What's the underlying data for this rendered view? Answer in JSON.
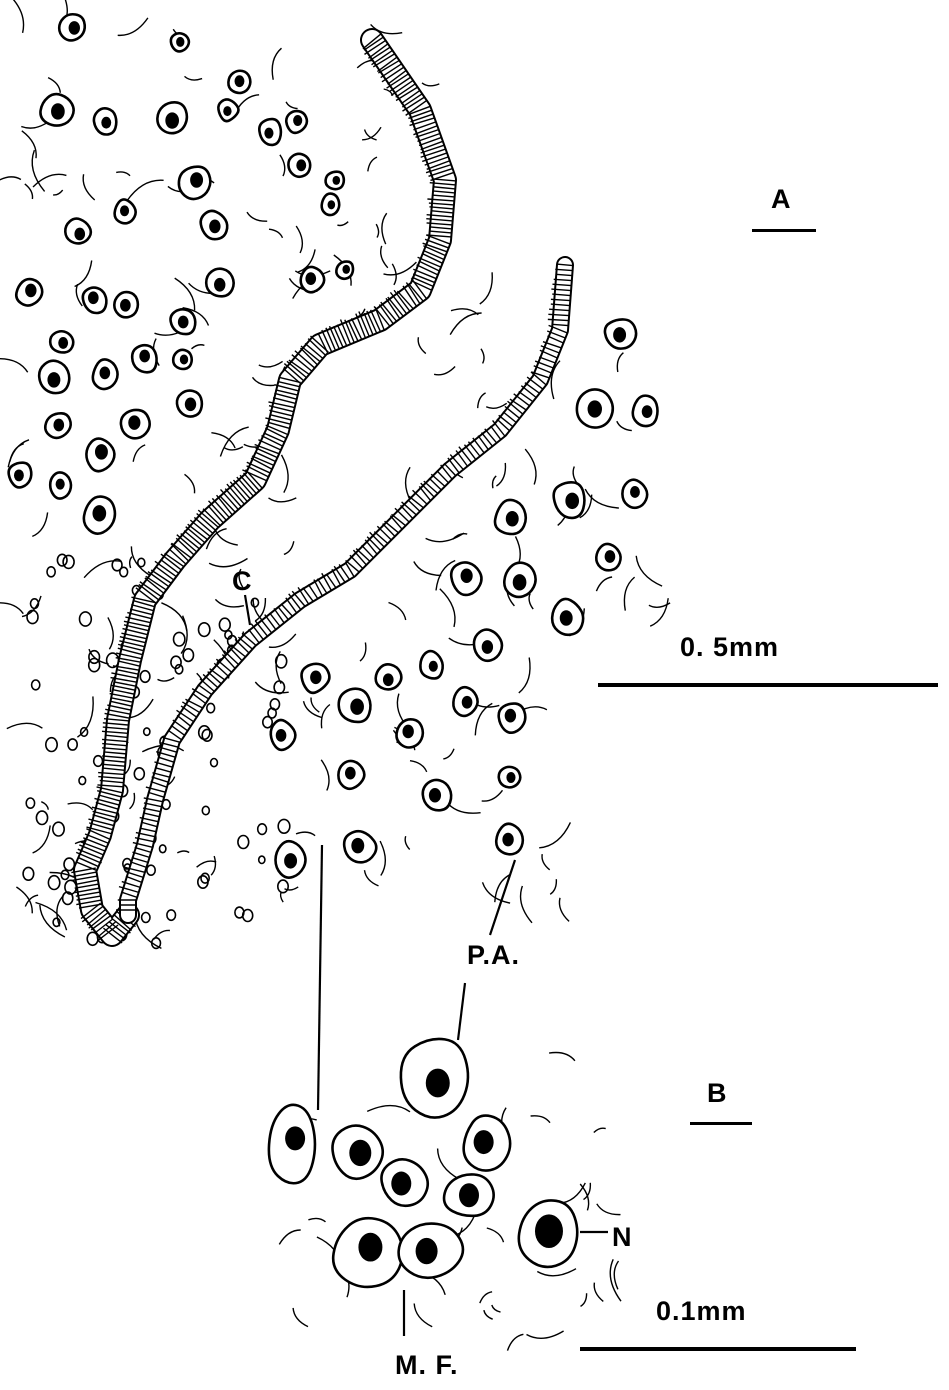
{
  "labels": {
    "panel_a": "A",
    "panel_b": "B",
    "scale_a": "0. 5mm",
    "scale_b": "0.1mm",
    "c": "C",
    "pa": "P.A.",
    "n": "N",
    "mf": "M. F."
  },
  "colors": {
    "ink": "#000000",
    "paper": "#ffffff"
  }
}
